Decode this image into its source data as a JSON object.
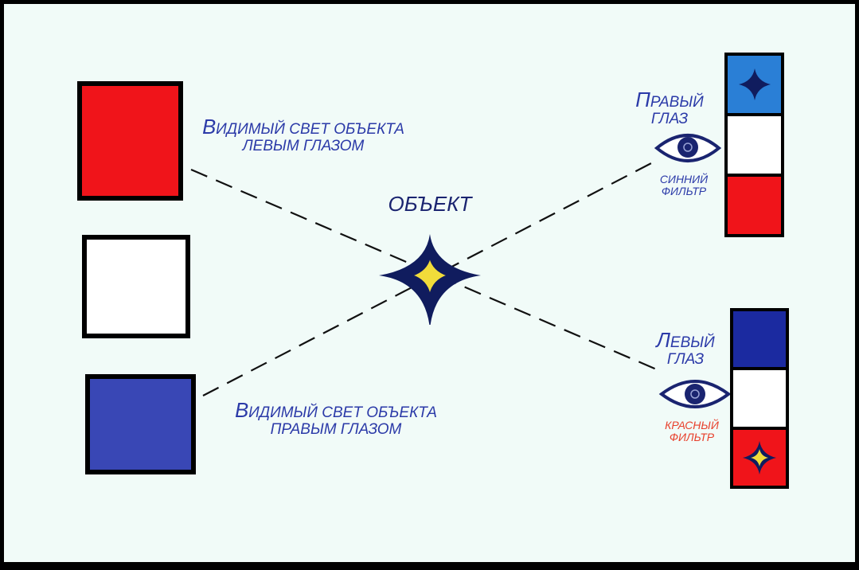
{
  "colors": {
    "red": "#f0141a",
    "blue_square": "#3947b5",
    "blue_filter_right": "#2a7fd6",
    "blue_filter_left": "#1b2aa0",
    "white": "#ffffff",
    "text_blue": "#2b3aa8",
    "text_red": "#e8402c",
    "star_fill": "#f1dc3a",
    "star_outline": "#101c5e"
  },
  "left_squares": {
    "top": {
      "color": "red"
    },
    "middle": {
      "color": "white"
    },
    "bottom": {
      "color": "blue"
    }
  },
  "label_left_eye": {
    "first_letter": "В",
    "rest": "идимый свет объекта",
    "line2": "левым глазом"
  },
  "label_right_eye": {
    "first_letter": "В",
    "rest": "идимый свет объекта",
    "line2": "правым глазом"
  },
  "object_label": "ОБЪЕКТ",
  "right_eye": {
    "first_letter": "П",
    "rest": "равый",
    "line2": "глаз",
    "filter_line1": "синний",
    "filter_line2": "фильтр",
    "strip": [
      "blue",
      "white",
      "red"
    ]
  },
  "left_eye": {
    "first_letter": "Л",
    "rest": "евый",
    "line2": "глаз",
    "filter_line1": "красный",
    "filter_line2": "фильтр",
    "strip": [
      "blue",
      "white",
      "red"
    ]
  }
}
